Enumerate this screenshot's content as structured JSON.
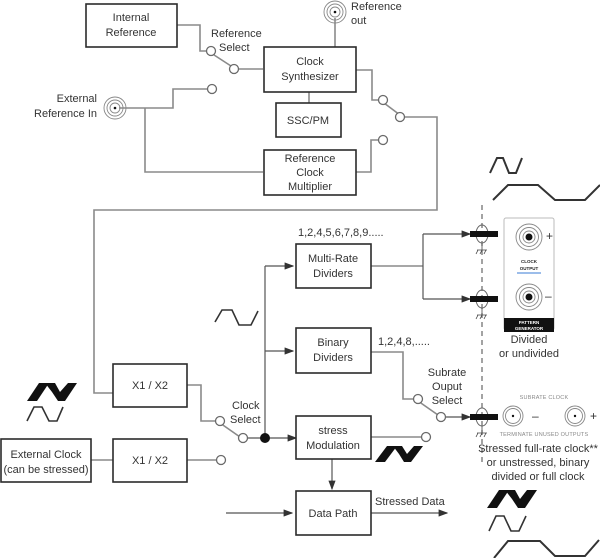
{
  "diagram": {
    "title": "Clock and stress modulation block diagram",
    "blocks": {
      "internal_reference": [
        "Internal",
        "Reference"
      ],
      "clock_synthesizer": [
        "Clock",
        "Synthesizer"
      ],
      "ssc_pm": "SSC/PM",
      "reference_clock_multiplier": [
        "Reference",
        "Clock",
        "Multiplier"
      ],
      "multi_rate_dividers": [
        "Multi-Rate",
        "Dividers"
      ],
      "binary_dividers": [
        "Binary",
        "Dividers"
      ],
      "x1x2_upper": "X1 / X2",
      "x1x2_lower": "X1 / X2",
      "external_clock": [
        "External Clock",
        "(can be stressed)"
      ],
      "stress_modulation": [
        "stress",
        "Modulation"
      ],
      "data_path": "Data Path"
    },
    "labels": {
      "reference_select": [
        "Reference",
        "Select"
      ],
      "reference_out": [
        "Reference",
        "out"
      ],
      "external_reference_in": [
        "External",
        "Reference In"
      ],
      "multi_rate_ratios": "1,2,4,5,6,7,8,9.....",
      "binary_ratios": "1,2,4,8,.....",
      "clock_select": [
        "Clock",
        "Select"
      ],
      "subrate_output_select": [
        "Subrate",
        "Ouput",
        "Select"
      ],
      "stressed_data": "Stressed Data",
      "divided_or_undivided": [
        "Divided",
        "or undivided"
      ],
      "stressed_note": [
        "Stressed full-rate clock**",
        "or unstressed, binary",
        "divided or full clock"
      ]
    },
    "pattern_generator_panel": {
      "clock_output_lines": [
        "CLOCK",
        "OUTPUT"
      ],
      "footer_lines": [
        "PATTERN",
        "GENERATOR"
      ],
      "plus": "+",
      "minus": "–"
    },
    "subrate_panel": {
      "title": "SUBRATE CLOCK",
      "footer": "TERMINATE UNUSED OUTPUTS",
      "minus": "–",
      "plus": "+"
    },
    "colors": {
      "box_stroke": "#2b2b2b",
      "wire": "#8a8a8a",
      "text": "#333333",
      "accent_underline": "#3a7bd5"
    }
  }
}
